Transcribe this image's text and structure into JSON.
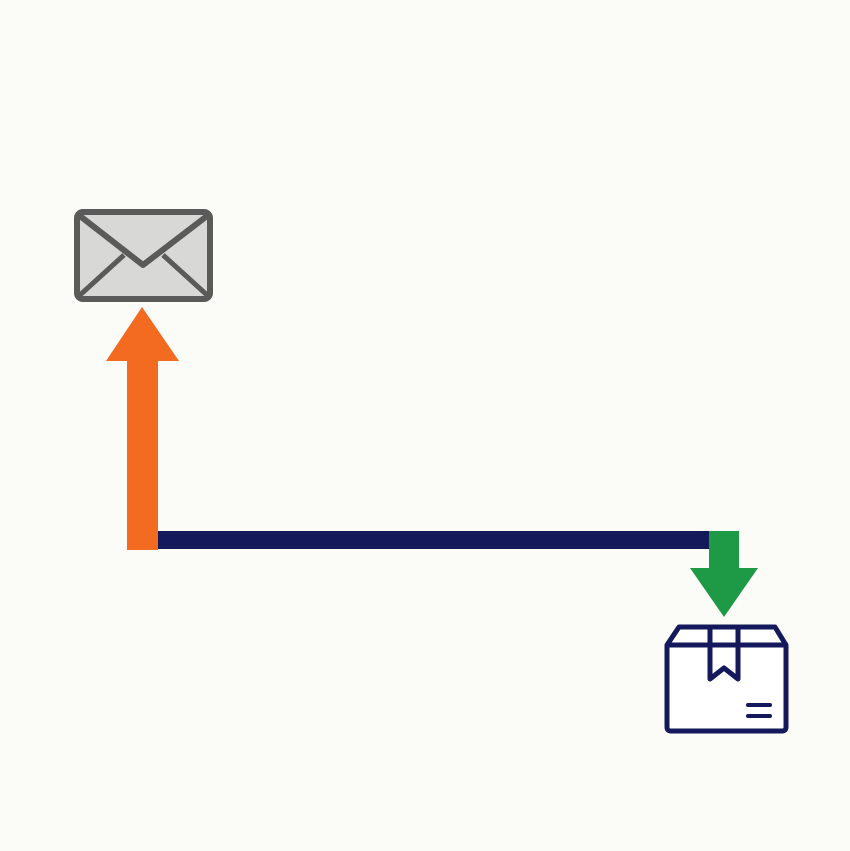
{
  "diagram": {
    "nodes": [
      {
        "id": "envelope",
        "icon": "envelope-icon"
      },
      {
        "id": "package",
        "icon": "package-box-icon"
      }
    ],
    "connectors": [
      {
        "id": "up-arrow",
        "color": "#f26b21",
        "direction": "up",
        "to": "envelope"
      },
      {
        "id": "horizontal-line",
        "color": "#13195a"
      },
      {
        "id": "down-arrow",
        "color": "#1e9a47",
        "direction": "down",
        "to": "package"
      }
    ],
    "colors": {
      "background": "#fbfbf8",
      "envelope_fill": "#d8d8d6",
      "envelope_stroke": "#5a5a5a",
      "box_stroke": "#13195a"
    }
  }
}
